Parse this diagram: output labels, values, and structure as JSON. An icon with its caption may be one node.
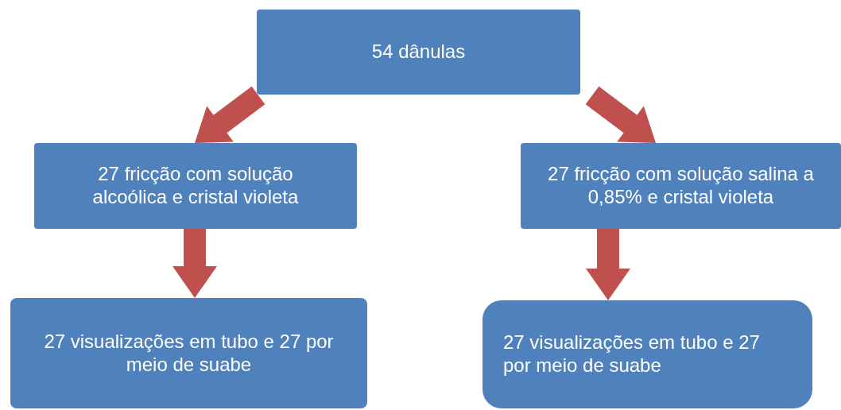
{
  "diagram": {
    "nodes": [
      {
        "text": [
          "54 dânulas"
        ]
      },
      {
        "text": [
          "27 fricção com solução alcoólica e cristal violeta"
        ]
      },
      {
        "text": [
          "27 fricção com solução salina a 0,85% e cristal violeta"
        ]
      },
      {
        "text": [
          "27 visualizações em tubo e 27 por meio de suabe"
        ]
      },
      {
        "text": [
          "27 visualizações em tubo e 27 por meio de suabe"
        ]
      }
    ],
    "edges": [
      {
        "from": 0,
        "to": 1,
        "arrow": "to"
      },
      {
        "from": 0,
        "to": 2,
        "arrow": "to"
      },
      {
        "from": 1,
        "to": 3,
        "arrow": "to"
      },
      {
        "from": 2,
        "to": 4,
        "arrow": "to"
      }
    ]
  }
}
